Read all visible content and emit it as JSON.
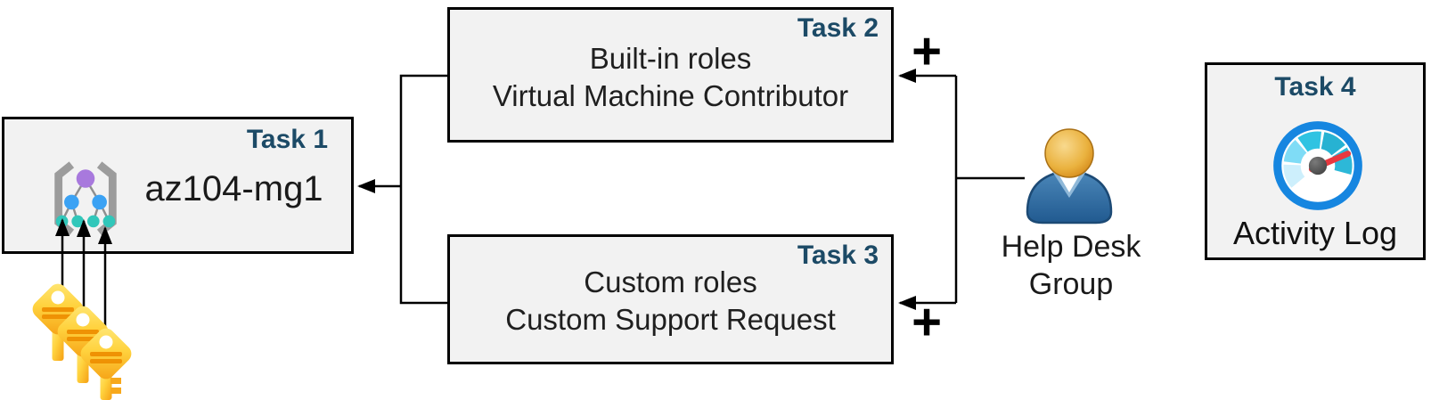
{
  "boxes": {
    "task1": {
      "badge": "Task 1",
      "name": "az104-mg1"
    },
    "task2": {
      "badge": "Task 2",
      "line1": "Built-in roles",
      "line2": "Virtual Machine Contributor"
    },
    "task3": {
      "badge": "Task 3",
      "line1": "Custom roles",
      "line2": "Custom Support Request"
    },
    "task4": {
      "badge": "Task 4",
      "caption": "Activity Log"
    }
  },
  "group": {
    "label": "Help Desk Group"
  },
  "symbols": {
    "plus_top": "+",
    "plus_bottom": "+"
  },
  "icons": {
    "task1": "management-group-icon",
    "task1_bottom": "key-icons",
    "group": "user-icon",
    "task4": "gauge-icon"
  },
  "connections": [
    {
      "from": "Help Desk Group",
      "to": "Built-in roles box",
      "symbol": "+"
    },
    {
      "from": "Help Desk Group",
      "to": "Custom roles box",
      "symbol": "+"
    },
    {
      "from": "Built-in roles box and Custom roles box",
      "to": "az104-mg1"
    },
    {
      "from": "keys",
      "to": "az104-mg1 management group icon"
    }
  ],
  "colors": {
    "badge_blue": "#1c4a66",
    "box_fill": "#f2f2f2",
    "box_border": "#000000",
    "text": "#1f1f1f",
    "key_gold": "#ffd23e",
    "person_blue": "#2e6da8",
    "gauge_ring_blue": "#1686e0",
    "gauge_needle_red": "#e8383f",
    "mg_purple": "#a879dd",
    "mg_blue": "#3ba2f4",
    "mg_teal": "#31c7ba"
  }
}
